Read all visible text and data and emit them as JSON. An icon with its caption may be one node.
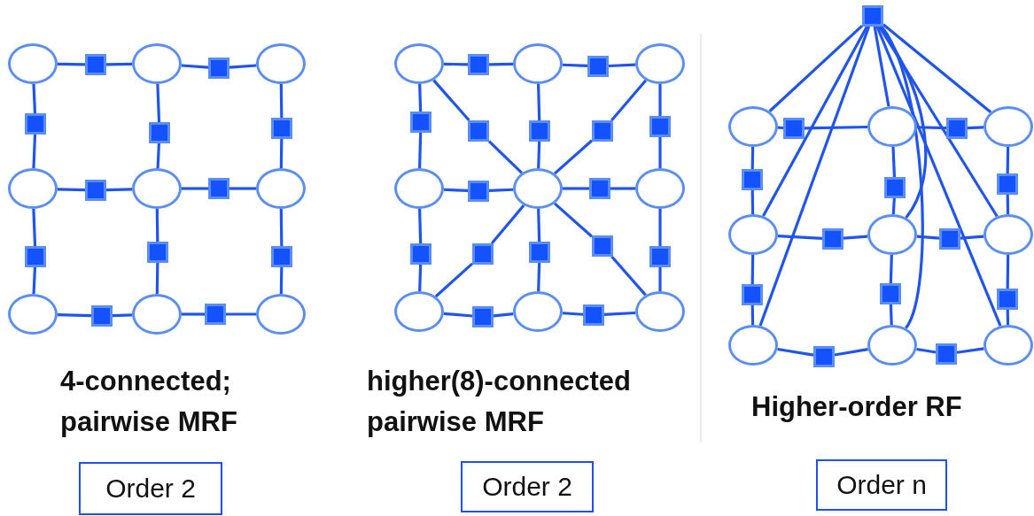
{
  "diagram": {
    "nodes": [
      {
        "text": [],
        "shape": "circle"
      },
      {
        "text": [],
        "shape": "circle"
      },
      {
        "text": [],
        "shape": "circle"
      },
      {
        "text": [],
        "shape": "circle"
      },
      {
        "text": [],
        "shape": "circle"
      },
      {
        "text": [],
        "shape": "circle"
      },
      {
        "text": [],
        "shape": "circle"
      },
      {
        "text": [],
        "shape": "circle"
      },
      {
        "text": [],
        "shape": "circle"
      },
      {
        "text": [],
        "shape": "box"
      },
      {
        "text": [],
        "shape": "box"
      },
      {
        "text": [],
        "shape": "box"
      },
      {
        "text": [],
        "shape": "box"
      },
      {
        "text": [],
        "shape": "box"
      },
      {
        "text": [],
        "shape": "box"
      },
      {
        "text": [],
        "shape": "box"
      },
      {
        "text": [],
        "shape": "box"
      },
      {
        "text": [],
        "shape": "box"
      },
      {
        "text": [],
        "shape": "box"
      },
      {
        "text": [],
        "shape": "box"
      },
      {
        "text": [],
        "shape": "box"
      },
      {
        "text": [
          "Order 2"
        ]
      },
      {
        "text": [],
        "shape": "circle"
      },
      {
        "text": [],
        "shape": "circle"
      },
      {
        "text": [],
        "shape": "circle"
      },
      {
        "text": [],
        "shape": "circle"
      },
      {
        "text": [],
        "shape": "circle"
      },
      {
        "text": [],
        "shape": "circle"
      },
      {
        "text": [],
        "shape": "circle"
      },
      {
        "text": [],
        "shape": "circle"
      },
      {
        "text": [],
        "shape": "circle"
      },
      {
        "text": [],
        "shape": "box"
      },
      {
        "text": [],
        "shape": "box"
      },
      {
        "text": [],
        "shape": "box"
      },
      {
        "text": [],
        "shape": "box"
      },
      {
        "text": [],
        "shape": "box"
      },
      {
        "text": [],
        "shape": "box"
      },
      {
        "text": [],
        "shape": "box"
      },
      {
        "text": [],
        "shape": "box"
      },
      {
        "text": [],
        "shape": "box"
      },
      {
        "text": [],
        "shape": "box"
      },
      {
        "text": [],
        "shape": "box"
      },
      {
        "text": [],
        "shape": "box"
      },
      {
        "text": [],
        "shape": "box"
      },
      {
        "text": [],
        "shape": "box"
      },
      {
        "text": [],
        "shape": "box"
      },
      {
        "text": [],
        "shape": "box"
      },
      {
        "text": [
          "Order 2"
        ]
      },
      {
        "text": [],
        "shape": "circle"
      },
      {
        "text": [],
        "shape": "circle"
      },
      {
        "text": [],
        "shape": "circle"
      },
      {
        "text": [],
        "shape": "circle"
      },
      {
        "text": [],
        "shape": "circle"
      },
      {
        "text": [],
        "shape": "circle"
      },
      {
        "text": [],
        "shape": "circle"
      },
      {
        "text": [],
        "shape": "circle"
      },
      {
        "text": [],
        "shape": "circle"
      },
      {
        "text": [],
        "shape": "box"
      },
      {
        "text": [],
        "shape": "box"
      },
      {
        "text": [],
        "shape": "box"
      },
      {
        "text": [],
        "shape": "box"
      },
      {
        "text": [],
        "shape": "box"
      },
      {
        "text": [],
        "shape": "box"
      },
      {
        "text": [],
        "shape": "box"
      },
      {
        "text": [],
        "shape": "box"
      },
      {
        "text": [],
        "shape": "box"
      },
      {
        "text": [],
        "shape": "box"
      },
      {
        "text": [],
        "shape": "box"
      },
      {
        "text": [],
        "shape": "box"
      },
      {
        "text": [],
        "shape": "box"
      },
      {
        "text": [
          "Order n"
        ]
      }
    ],
    "edges": [
      {
        "from": 0,
        "to": 9,
        "arrow": "none"
      },
      {
        "from": 9,
        "to": 1,
        "arrow": "none"
      },
      {
        "from": 1,
        "to": 10,
        "arrow": "none"
      },
      {
        "from": 10,
        "to": 2,
        "arrow": "none"
      },
      {
        "from": 3,
        "to": 11,
        "arrow": "none"
      },
      {
        "from": 11,
        "to": 4,
        "arrow": "none"
      },
      {
        "from": 4,
        "to": 12,
        "arrow": "none"
      },
      {
        "from": 12,
        "to": 5,
        "arrow": "none"
      },
      {
        "from": 6,
        "to": 13,
        "arrow": "none"
      },
      {
        "from": 13,
        "to": 7,
        "arrow": "none"
      },
      {
        "from": 7,
        "to": 14,
        "arrow": "none"
      },
      {
        "from": 14,
        "to": 8,
        "arrow": "none"
      },
      {
        "from": 0,
        "to": 15,
        "arrow": "none"
      },
      {
        "from": 15,
        "to": 3,
        "arrow": "none"
      },
      {
        "from": 1,
        "to": 16,
        "arrow": "none"
      },
      {
        "from": 16,
        "to": 4,
        "arrow": "none"
      },
      {
        "from": 2,
        "to": 17,
        "arrow": "none"
      },
      {
        "from": 17,
        "to": 5,
        "arrow": "none"
      },
      {
        "from": 3,
        "to": 18,
        "arrow": "none"
      },
      {
        "from": 18,
        "to": 6,
        "arrow": "none"
      },
      {
        "from": 4,
        "to": 19,
        "arrow": "none"
      },
      {
        "from": 19,
        "to": 7,
        "arrow": "none"
      },
      {
        "from": 5,
        "to": 20,
        "arrow": "none"
      },
      {
        "from": 20,
        "to": 8,
        "arrow": "none"
      },
      {
        "from": 22,
        "to": 31,
        "arrow": "none"
      },
      {
        "from": 31,
        "to": 23,
        "arrow": "none"
      },
      {
        "from": 23,
        "to": 32,
        "arrow": "none"
      },
      {
        "from": 32,
        "to": 24,
        "arrow": "none"
      },
      {
        "from": 25,
        "to": 33,
        "arrow": "none"
      },
      {
        "from": 33,
        "to": 26,
        "arrow": "none"
      },
      {
        "from": 26,
        "to": 34,
        "arrow": "none"
      },
      {
        "from": 34,
        "to": 27,
        "arrow": "none"
      },
      {
        "from": 28,
        "to": 35,
        "arrow": "none"
      },
      {
        "from": 35,
        "to": 29,
        "arrow": "none"
      },
      {
        "from": 29,
        "to": 36,
        "arrow": "none"
      },
      {
        "from": 36,
        "to": 30,
        "arrow": "none"
      },
      {
        "from": 22,
        "to": 37,
        "arrow": "none"
      },
      {
        "from": 37,
        "to": 25,
        "arrow": "none"
      },
      {
        "from": 23,
        "to": 38,
        "arrow": "none"
      },
      {
        "from": 38,
        "to": 26,
        "arrow": "none"
      },
      {
        "from": 24,
        "to": 39,
        "arrow": "none"
      },
      {
        "from": 39,
        "to": 27,
        "arrow": "none"
      },
      {
        "from": 25,
        "to": 40,
        "arrow": "none"
      },
      {
        "from": 40,
        "to": 28,
        "arrow": "none"
      },
      {
        "from": 26,
        "to": 41,
        "arrow": "none"
      },
      {
        "from": 41,
        "to": 29,
        "arrow": "none"
      },
      {
        "from": 27,
        "to": 42,
        "arrow": "none"
      },
      {
        "from": 42,
        "to": 30,
        "arrow": "none"
      },
      {
        "from": 22,
        "to": 43,
        "arrow": "none"
      },
      {
        "from": 43,
        "to": 26,
        "arrow": "none"
      },
      {
        "from": 24,
        "to": 44,
        "arrow": "none"
      },
      {
        "from": 44,
        "to": 26,
        "arrow": "none"
      },
      {
        "from": 26,
        "to": 45,
        "arrow": "none"
      },
      {
        "from": 45,
        "to": 28,
        "arrow": "none"
      },
      {
        "from": 26,
        "to": 46,
        "arrow": "none"
      },
      {
        "from": 46,
        "to": 30,
        "arrow": "none"
      },
      {
        "from": 48,
        "to": 58,
        "arrow": "none"
      },
      {
        "from": 58,
        "to": 49,
        "arrow": "none"
      },
      {
        "from": 49,
        "to": 59,
        "arrow": "none"
      },
      {
        "from": 59,
        "to": 50,
        "arrow": "none"
      },
      {
        "from": 51,
        "to": 60,
        "arrow": "none"
      },
      {
        "from": 60,
        "to": 52,
        "arrow": "none"
      },
      {
        "from": 52,
        "to": 61,
        "arrow": "none"
      },
      {
        "from": 61,
        "to": 53,
        "arrow": "none"
      },
      {
        "from": 54,
        "to": 62,
        "arrow": "none"
      },
      {
        "from": 62,
        "to": 55,
        "arrow": "none"
      },
      {
        "from": 55,
        "to": 63,
        "arrow": "none"
      },
      {
        "from": 63,
        "to": 56,
        "arrow": "none"
      },
      {
        "from": 48,
        "to": 64,
        "arrow": "none"
      },
      {
        "from": 64,
        "to": 51,
        "arrow": "none"
      },
      {
        "from": 49,
        "to": 65,
        "arrow": "none"
      },
      {
        "from": 65,
        "to": 52,
        "arrow": "none"
      },
      {
        "from": 50,
        "to": 66,
        "arrow": "none"
      },
      {
        "from": 66,
        "to": 53,
        "arrow": "none"
      },
      {
        "from": 51,
        "to": 67,
        "arrow": "none"
      },
      {
        "from": 67,
        "to": 54,
        "arrow": "none"
      },
      {
        "from": 52,
        "to": 68,
        "arrow": "none"
      },
      {
        "from": 68,
        "to": 55,
        "arrow": "none"
      },
      {
        "from": 53,
        "to": 69,
        "arrow": "none"
      },
      {
        "from": 69,
        "to": 56,
        "arrow": "none"
      },
      {
        "from": 57,
        "to": 48,
        "arrow": "none"
      },
      {
        "from": 57,
        "to": 49,
        "arrow": "none"
      },
      {
        "from": 57,
        "to": 50,
        "arrow": "none"
      },
      {
        "from": 57,
        "to": 51,
        "arrow": "none"
      },
      {
        "from": 57,
        "to": 52,
        "arrow": "none"
      },
      {
        "from": 57,
        "to": 53,
        "arrow": "none"
      },
      {
        "from": 57,
        "to": 54,
        "arrow": "none"
      },
      {
        "from": 57,
        "to": 55,
        "arrow": "none"
      },
      {
        "from": 57,
        "to": 56,
        "arrow": "none"
      }
    ],
    "labels": [
      "4-connected; pairwise MRF",
      "higher(8)-connected pairwise MRF",
      "Higher-order RF"
    ]
  }
}
